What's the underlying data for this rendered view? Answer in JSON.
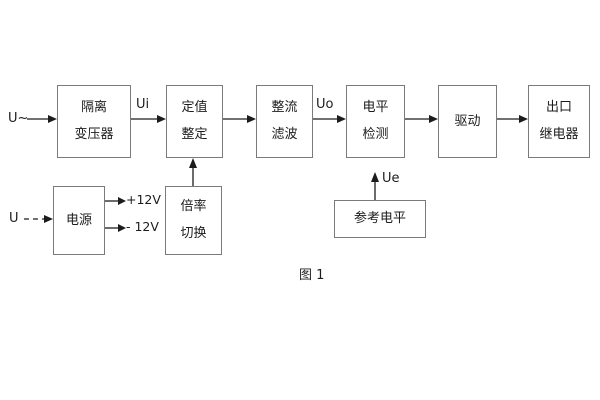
{
  "figure": {
    "caption": "图 1",
    "colors": {
      "box_border": "#7a7a7a",
      "ink": "#1c1c1c",
      "background": "#ffffff"
    }
  },
  "signal_chain": {
    "blocks": [
      {
        "id": "isolation-transformer",
        "lines": [
          "隔离",
          "变压器"
        ]
      },
      {
        "id": "setpoint-setting",
        "lines": [
          "定值",
          "整定"
        ]
      },
      {
        "id": "rectify-filter",
        "lines": [
          "整流",
          "滤波"
        ]
      },
      {
        "id": "level-detection",
        "lines": [
          "电平",
          "检测"
        ]
      },
      {
        "id": "drive",
        "lines": [
          "驱动"
        ]
      },
      {
        "id": "output-relay",
        "lines": [
          "出口",
          "继电器"
        ]
      }
    ]
  },
  "power_chain": {
    "blocks": [
      {
        "id": "power-supply",
        "lines": [
          "电源"
        ]
      },
      {
        "id": "multiplier-switch",
        "lines": [
          "倍率",
          "切换"
        ]
      },
      {
        "id": "reference-level",
        "lines": [
          "参考电平"
        ]
      }
    ],
    "rail_labels": [
      "+12V",
      "- 12V"
    ]
  },
  "signal_labels": {
    "ac_input": "U~",
    "dc_input": "U",
    "ui": "Ui",
    "uo": "Uo",
    "ue": "Ue"
  }
}
